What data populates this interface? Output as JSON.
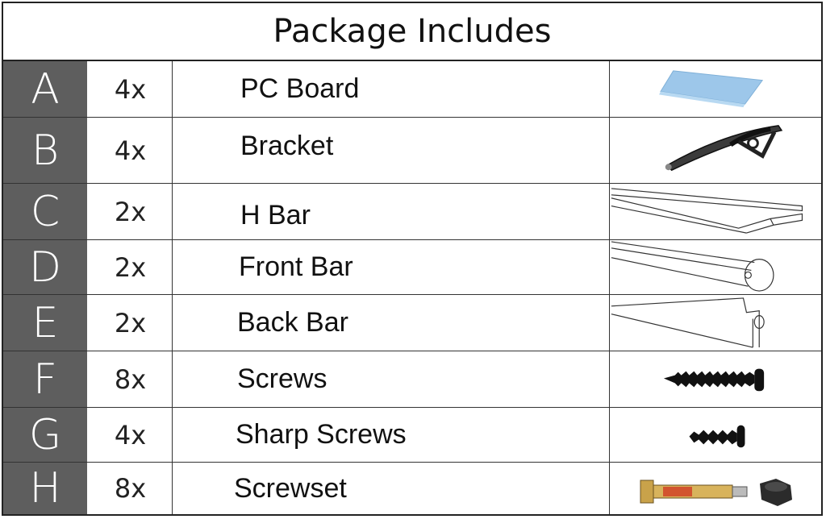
{
  "title": "Package Includes",
  "items": [
    {
      "letter": "A",
      "qty": "4x",
      "name": "PC Board",
      "icon": "pc-board-icon"
    },
    {
      "letter": "B",
      "qty": "4x",
      "name": "Bracket",
      "icon": "bracket-icon"
    },
    {
      "letter": "C",
      "qty": "2x",
      "name": "H Bar",
      "icon": "h-bar-icon"
    },
    {
      "letter": "D",
      "qty": "2x",
      "name": "Front Bar",
      "icon": "front-bar-icon"
    },
    {
      "letter": "E",
      "qty": "2x",
      "name": "Back Bar",
      "icon": "back-bar-icon"
    },
    {
      "letter": "F",
      "qty": "8x",
      "name": "Screws",
      "icon": "screw-icon"
    },
    {
      "letter": "G",
      "qty": "4x",
      "name": "Sharp Screws",
      "icon": "sharp-screw-icon"
    },
    {
      "letter": "H",
      "qty": "8x",
      "name": "Screwset",
      "icon": "screwset-icon"
    }
  ],
  "colors": {
    "letter_bg": "#5e5e5e",
    "pc_board": "#9dc7ea",
    "line": "#222222"
  }
}
